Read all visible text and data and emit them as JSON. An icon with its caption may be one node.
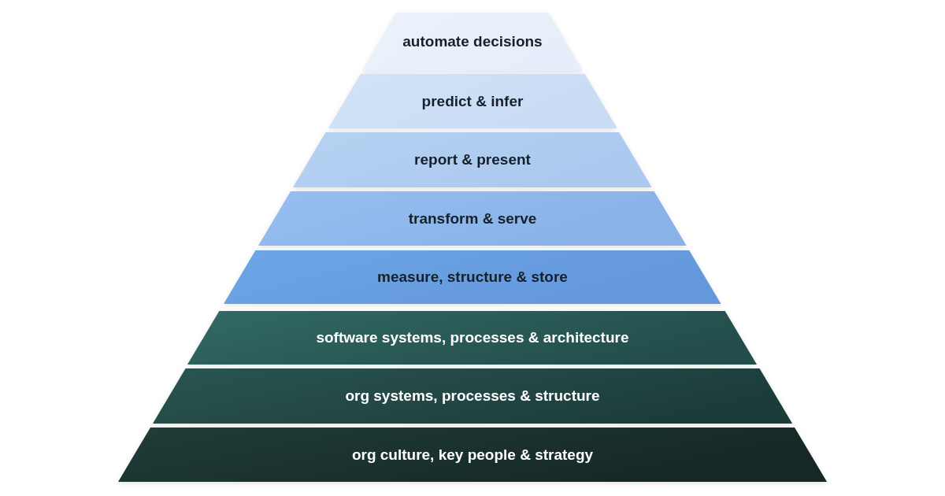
{
  "diagram": {
    "nodes": [
      {
        "text": [
          "automate decisions"
        ]
      },
      {
        "text": [
          "predict & infer"
        ]
      },
      {
        "text": [
          "report & present"
        ]
      },
      {
        "text": [
          "transform & serve"
        ]
      },
      {
        "text": [
          "measure, structure & store"
        ]
      },
      {
        "text": [
          "software systems, processes & architecture"
        ]
      },
      {
        "text": [
          "org systems, processes & structure"
        ]
      },
      {
        "text": [
          "org culture, key people & strategy"
        ]
      }
    ]
  }
}
